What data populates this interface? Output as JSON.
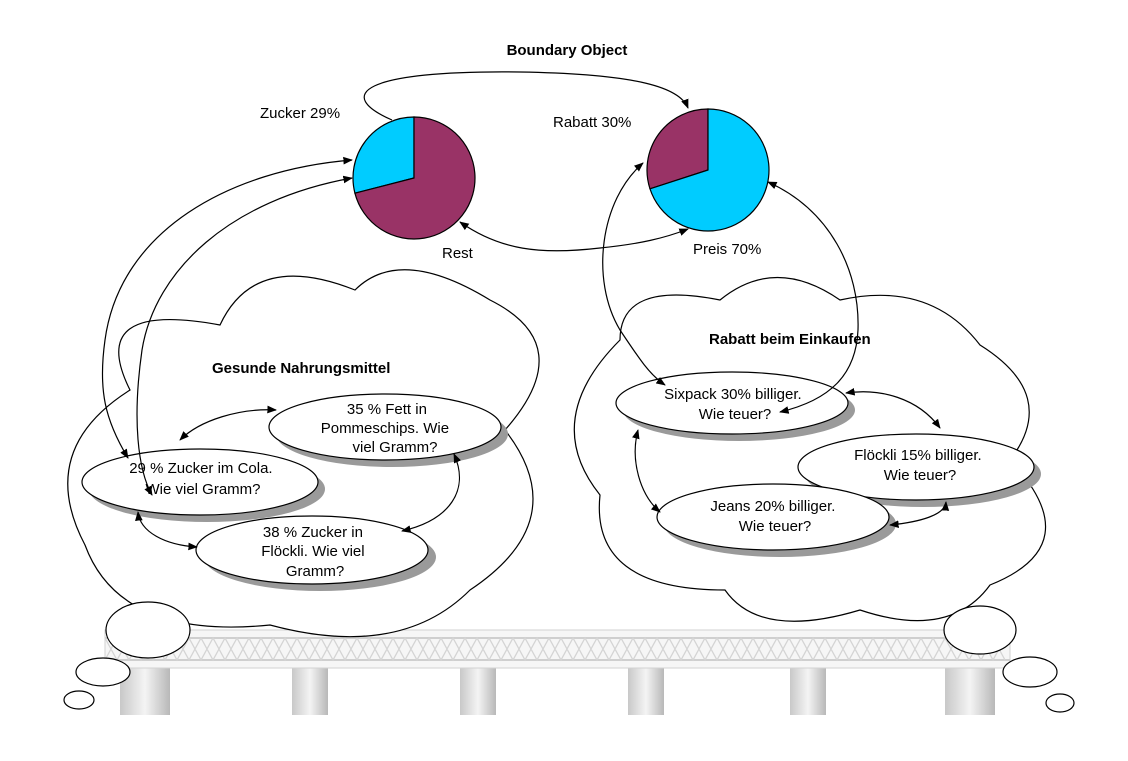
{
  "title": "Boundary Object",
  "colors": {
    "pie_cyan": "#00CCFF",
    "pie_maroon": "#993366",
    "shadow": "#9A9A9A",
    "bridge_light": "#F2F2F2",
    "bridge_dark": "#C8C8C8"
  },
  "chart_data": [
    {
      "type": "pie",
      "slices": [
        {
          "label": "Zucker 29%",
          "value": 29,
          "color": "#00CCFF"
        },
        {
          "label": "Rest",
          "value": 71,
          "color": "#993366"
        }
      ]
    },
    {
      "type": "pie",
      "slices": [
        {
          "label": "Rabatt 30%",
          "value": 30,
          "color": "#993366"
        },
        {
          "label": "Preis 70%",
          "value": 70,
          "color": "#00CCFF"
        }
      ]
    }
  ],
  "left_cloud": {
    "title": "Gesunde Nahrungsmittel",
    "bubbles": [
      {
        "lines": [
          "35 % Fett in",
          "Pommeschips. Wie",
          "viel Gramm?"
        ]
      },
      {
        "lines": [
          "29 % Zucker im Cola.",
          "Wie viel Gramm?"
        ]
      },
      {
        "lines": [
          "38 % Zucker in",
          "Flöckli. Wie viel",
          "Gramm?"
        ]
      }
    ]
  },
  "right_cloud": {
    "title": "Rabatt beim Einkaufen",
    "bubbles": [
      {
        "lines": [
          "Sixpack 30% billiger.",
          "Wie teuer?"
        ]
      },
      {
        "lines": [
          "Flöckli 15% billiger.",
          "Wie teuer?"
        ]
      },
      {
        "lines": [
          "Jeans 20% billiger.",
          "Wie teuer?"
        ]
      }
    ]
  }
}
